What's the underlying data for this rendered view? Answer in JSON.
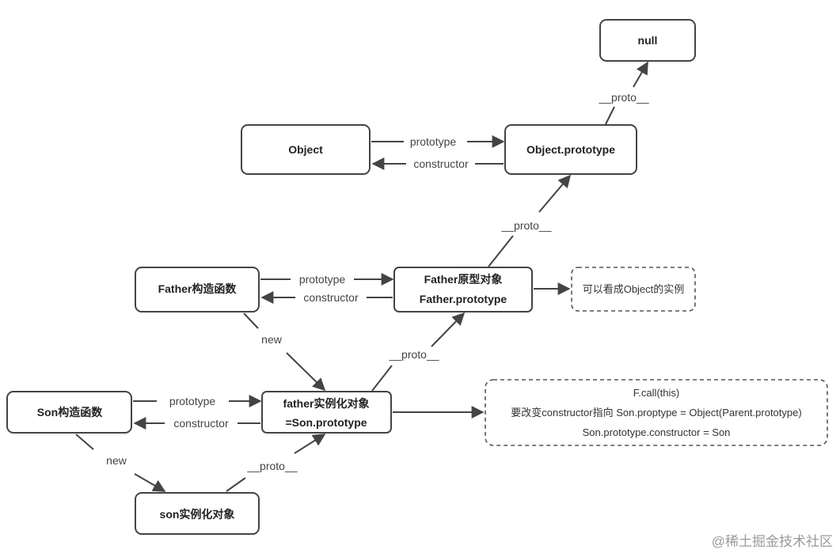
{
  "nodes": {
    "null": "null",
    "object": "Object",
    "object_prototype": "Object.prototype",
    "father_ctor": "Father构造函数",
    "father_proto_line1": "Father原型对象",
    "father_proto_line2": "Father.prototype",
    "son_ctor": "Son构造函数",
    "father_instance_line1": "father实例化对象",
    "father_instance_line2": "=Son.prototype",
    "son_instance": "son实例化对象"
  },
  "notes": {
    "object_instance": "可以看成Object的实例",
    "fix_line1": "F.call(this)",
    "fix_line2": "要改变constructor指向 Son.proptype = Object(Parent.prototype)",
    "fix_line3": "Son.prototype.constructor = Son"
  },
  "edges": {
    "prototype": "prototype",
    "constructor": "constructor",
    "proto": "__proto__",
    "new": "new"
  },
  "watermark": "@稀土掘金技术社区",
  "colors": {
    "stroke": "#444444",
    "text": "#222222"
  }
}
